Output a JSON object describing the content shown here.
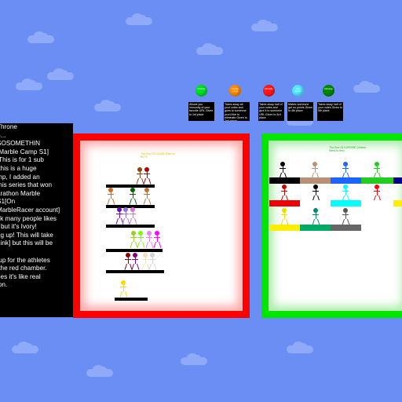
{
  "intro_text": [
    "Throne",
    "o...",
    "SOSOMETHIN",
    "[Marble Camp S1]",
    " This is for 1 sub",
    " this is a huge",
    "mp, I added an",
    "this series that won",
    "arathon Marble",
    "S1[On",
    "MarbleRacer account]",
    "ck many people likes",
    "r but it's Ivory!",
    "ng up! This will take",
    "hink] but this will be",
    "",
    " up for the athletes",
    " the red chamber.",
    "ges it's like real",
    "ion."
  ],
  "orbs": [
    {
      "color": "#00dd22",
      "label": "Immunity"
    },
    {
      "color": "#ff8a00",
      "label": "Double points"
    },
    {
      "color": "#ff1a1a",
      "label": "Eliminate"
    },
    {
      "color": "#55e8ff",
      "label": "Give points"
    },
    {
      "color": "#008a00",
      "label": "Sabotage"
    }
  ],
  "rules": [
    "Allows you immunity of your favorite URL Given to 1st place",
    "Takes away all your votes and goes to someone you'd like to eliminate Given to 2nd place",
    "Takes away half of your votes and give it to someone URL Given to 3rd place",
    "Makes someone get no points Given to 4th place",
    "Takes away half of your votes Given to 5th place"
  ],
  "red_chamber": {
    "title": "The Box Of DOOM (Elim to BOT)"
  },
  "green_chamber": {
    "title": "The Box Of SAFEIRE (Voters: Send to fee)"
  },
  "colors": {
    "sky": "#6b8ef5",
    "red_chamber": "#ff0000",
    "green_chamber": "#00e600"
  }
}
